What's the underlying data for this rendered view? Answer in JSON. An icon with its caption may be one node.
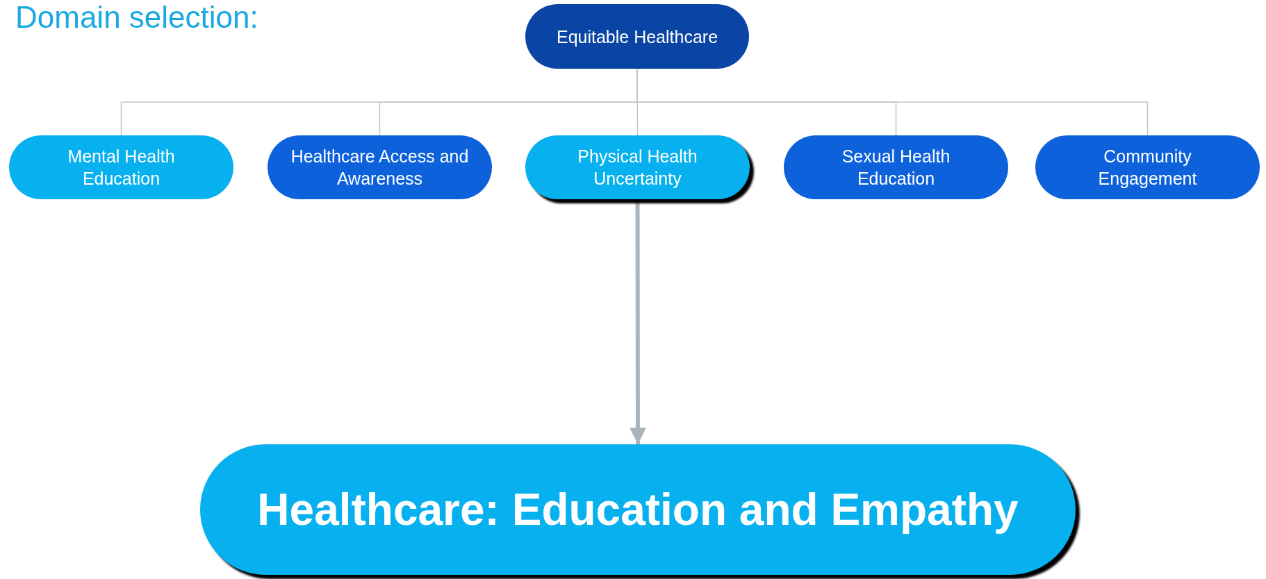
{
  "diagram": {
    "title": "Domain selection:",
    "nodes": [
      {
        "text": [
          "Equitable Healthcare"
        ]
      },
      {
        "text": [
          "Mental Health Education"
        ]
      },
      {
        "text": [
          "Healthcare Access and Awareness"
        ]
      },
      {
        "text": [
          "Physical Health Uncertainty"
        ]
      },
      {
        "text": [
          "Sexual Health Education"
        ]
      },
      {
        "text": [
          "Community Engagement"
        ]
      },
      {
        "text": [
          "Healthcare: Education and Empathy"
        ]
      }
    ],
    "edges": [
      {
        "from": 0,
        "to": 1,
        "arrow": "none"
      },
      {
        "from": 0,
        "to": 2,
        "arrow": "none"
      },
      {
        "from": 0,
        "to": 3,
        "arrow": "none"
      },
      {
        "from": 0,
        "to": 4,
        "arrow": "none"
      },
      {
        "from": 0,
        "to": 5,
        "arrow": "none"
      },
      {
        "from": 3,
        "to": 6,
        "arrow": "to",
        "style": "thick",
        "color": "#a9b5bc"
      }
    ]
  }
}
